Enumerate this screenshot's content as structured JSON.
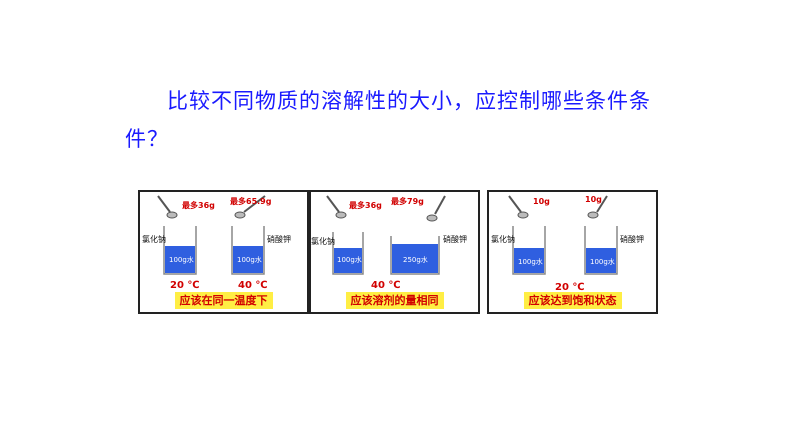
{
  "question": "比较不同物质的溶解性的大小，应控制哪些条件条件？",
  "panels": [
    {
      "left_salt": "氯化钠",
      "right_salt": "硝酸钾",
      "left_amount": "最多36g",
      "right_amount": "最多65.9g",
      "left_water": "100g水",
      "right_water": "100g水",
      "left_temp": "20 ℃",
      "right_temp": "40 ℃",
      "caption": "应该在同一温度下"
    },
    {
      "left_salt": "氯化钠",
      "right_salt": "硝酸钾",
      "left_amount": "最多36g",
      "right_amount": "最多79g",
      "left_water": "100g水",
      "right_water": "250g水",
      "temp": "40 ℃",
      "caption": "应该溶剂的量相同"
    },
    {
      "left_salt": "氯化钠",
      "right_salt": "硝酸钾",
      "left_amount": "10g",
      "right_amount": "10g",
      "left_water": "100g水",
      "right_water": "100g水",
      "temp": "20 ℃",
      "caption": "应该达到饱和状态"
    }
  ],
  "colors": {
    "text_blue": "#1a1aff",
    "water_blue": "#2f5fe0",
    "caption_bg": "#ffee44",
    "caption_text": "#d10000"
  }
}
